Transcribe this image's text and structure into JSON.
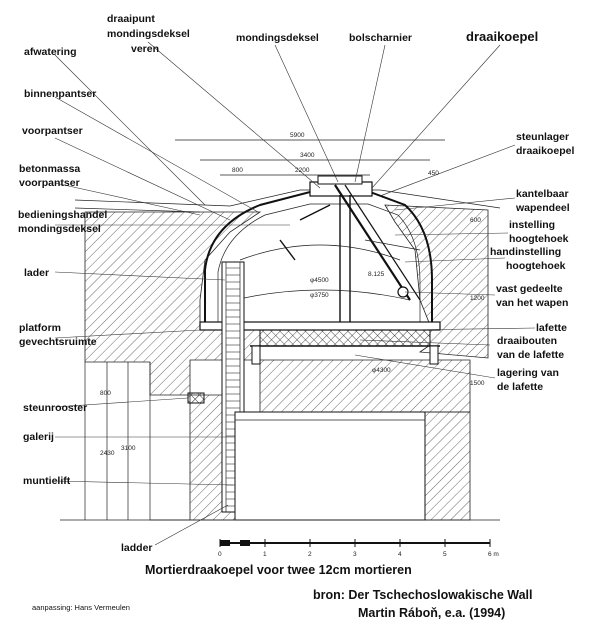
{
  "labels_left": {
    "afwatering": "afwatering",
    "binnenpantser": "binnenpantser",
    "voorpantser": "voorpantser",
    "betonmassa_1": "betonmassa",
    "betonmassa_2": "voorpantser",
    "bedieningshandel_1": "bedieningshandel",
    "bedieningshandel_2": "mondingsdeksel",
    "lader": "lader",
    "platform_1": "platform",
    "platform_2": "gevechtsruimte",
    "steunrooster": "steunrooster",
    "galerij": "galerij",
    "muntielift": "muntielift",
    "ladder": "ladder"
  },
  "labels_top": {
    "draaipunt_1": "draaipunt",
    "draaipunt_2": "mondingsdeksel",
    "draaipunt_3": "veren",
    "mondingsdeksel": "mondingsdeksel",
    "bolscharnier": "bolscharnier",
    "draaikoepel": "draaikoepel"
  },
  "labels_right": {
    "steunlager_1": "steunlager",
    "steunlager_2": "draaikoepel",
    "kantelbaar_1": "kantelbaar",
    "kantelbaar_2": "wapendeel",
    "instelling_1": "instelling",
    "instelling_2": "hoogtehoek",
    "handinstelling_1": "handinstelling",
    "handinstelling_2": "hoogtehoek",
    "vast_1": "vast gedeelte",
    "vast_2": "van het wapen",
    "lafette": "lafette",
    "draaibouten_1": "draaibouten",
    "draaibouten_2": "van de lafette",
    "lagering_1": "lagering van",
    "lagering_2": "de lafette"
  },
  "dimensions": {
    "d5900": "5900",
    "d3400": "3400",
    "d800": "800",
    "d2200": "2200",
    "d450": "450",
    "phi4500": "φ4500",
    "phi3750": "φ3750",
    "phi4300": "φ4300",
    "d8125": "8.125",
    "d1200": "1200",
    "d1500": "1500",
    "d600": "600",
    "d2430": "2430",
    "d3100": "3100"
  },
  "scale_bar": {
    "ticks": [
      "0",
      "1",
      "2",
      "3",
      "4",
      "5",
      "6 m"
    ]
  },
  "caption": "Mortierdraakoepel voor twee 12cm mortieren",
  "source_1": "bron: Der Tschechoslowakische Wall",
  "source_2": "Martin Ráboň, e.a. (1994)",
  "credit": "aanpassing: Hans Vermeulen"
}
